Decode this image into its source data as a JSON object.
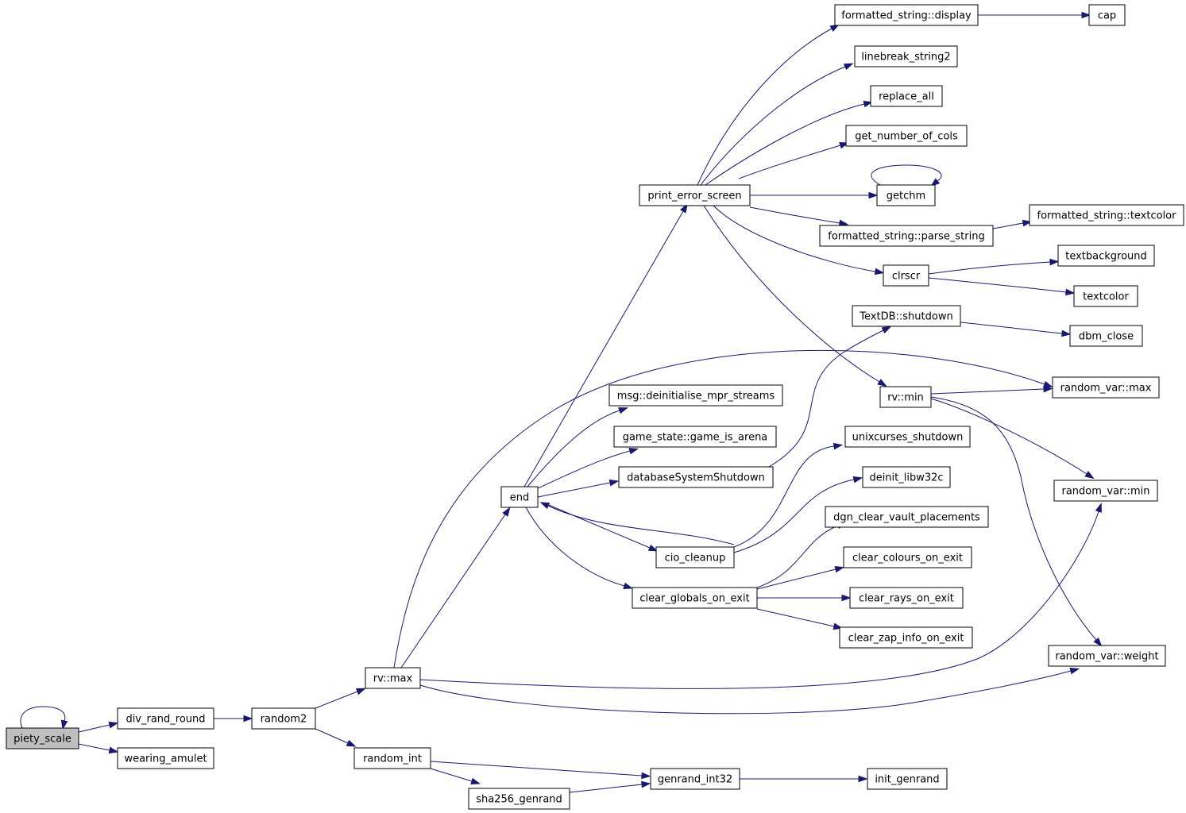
{
  "diagram": {
    "type": "call-graph",
    "nodes": [
      {
        "id": "piety_scale",
        "label": "piety_scale",
        "highlighted": true
      },
      {
        "id": "div_rand_round",
        "label": "div_rand_round"
      },
      {
        "id": "wearing_amulet",
        "label": "wearing_amulet"
      },
      {
        "id": "random2",
        "label": "random2"
      },
      {
        "id": "rv_max",
        "label": "rv::max"
      },
      {
        "id": "random_int",
        "label": "random_int"
      },
      {
        "id": "sha256_genrand",
        "label": "sha256_genrand"
      },
      {
        "id": "genrand_int32",
        "label": "genrand_int32"
      },
      {
        "id": "init_genrand",
        "label": "init_genrand"
      },
      {
        "id": "end",
        "label": "end"
      },
      {
        "id": "print_error_screen",
        "label": "print_error_screen"
      },
      {
        "id": "fs_display",
        "label": "formatted_string::display"
      },
      {
        "id": "cap",
        "label": "cap"
      },
      {
        "id": "linebreak_string2",
        "label": "linebreak_string2"
      },
      {
        "id": "replace_all",
        "label": "replace_all"
      },
      {
        "id": "get_number_of_cols",
        "label": "get_number_of_cols"
      },
      {
        "id": "getchm",
        "label": "getchm"
      },
      {
        "id": "fs_parse_string",
        "label": "formatted_string::parse_string"
      },
      {
        "id": "fs_textcolor",
        "label": "formatted_string::textcolor"
      },
      {
        "id": "clrscr",
        "label": "clrscr"
      },
      {
        "id": "textbackground",
        "label": "textbackground"
      },
      {
        "id": "textcolor",
        "label": "textcolor"
      },
      {
        "id": "textdb_shutdown",
        "label": "TextDB::shutdown"
      },
      {
        "id": "dbm_close",
        "label": "dbm_close"
      },
      {
        "id": "random_var_max",
        "label": "random_var::max"
      },
      {
        "id": "rv_min",
        "label": "rv::min"
      },
      {
        "id": "msg_deinit",
        "label": "msg::deinitialise_mpr_streams"
      },
      {
        "id": "gs_is_arena",
        "label": "game_state::game_is_arena"
      },
      {
        "id": "db_shutdown",
        "label": "databaseSystemShutdown"
      },
      {
        "id": "unixcurses_shutdown",
        "label": "unixcurses_shutdown"
      },
      {
        "id": "deinit_libw32c",
        "label": "deinit_libw32c"
      },
      {
        "id": "random_var_min",
        "label": "random_var::min"
      },
      {
        "id": "dgn_clear_vault",
        "label": "dgn_clear_vault_placements"
      },
      {
        "id": "cio_cleanup",
        "label": "cio_cleanup"
      },
      {
        "id": "clear_colours",
        "label": "clear_colours_on_exit"
      },
      {
        "id": "clear_globals",
        "label": "clear_globals_on_exit"
      },
      {
        "id": "clear_rays",
        "label": "clear_rays_on_exit"
      },
      {
        "id": "clear_zap_info",
        "label": "clear_zap_info_on_exit"
      },
      {
        "id": "random_var_weight",
        "label": "random_var::weight"
      }
    ],
    "edges": [
      [
        "piety_scale",
        "piety_scale"
      ],
      [
        "piety_scale",
        "div_rand_round"
      ],
      [
        "piety_scale",
        "wearing_amulet"
      ],
      [
        "div_rand_round",
        "random2"
      ],
      [
        "random2",
        "rv_max"
      ],
      [
        "random2",
        "random_int"
      ],
      [
        "rv_max",
        "end"
      ],
      [
        "rv_max",
        "random_var_max"
      ],
      [
        "rv_max",
        "random_var_min"
      ],
      [
        "rv_max",
        "random_var_weight"
      ],
      [
        "random_int",
        "genrand_int32"
      ],
      [
        "random_int",
        "sha256_genrand"
      ],
      [
        "sha256_genrand",
        "genrand_int32"
      ],
      [
        "genrand_int32",
        "init_genrand"
      ],
      [
        "end",
        "print_error_screen"
      ],
      [
        "end",
        "msg_deinit"
      ],
      [
        "end",
        "gs_is_arena"
      ],
      [
        "end",
        "db_shutdown"
      ],
      [
        "end",
        "cio_cleanup"
      ],
      [
        "end",
        "clear_globals"
      ],
      [
        "print_error_screen",
        "fs_display"
      ],
      [
        "print_error_screen",
        "linebreak_string2"
      ],
      [
        "print_error_screen",
        "replace_all"
      ],
      [
        "print_error_screen",
        "get_number_of_cols"
      ],
      [
        "print_error_screen",
        "getchm"
      ],
      [
        "print_error_screen",
        "fs_parse_string"
      ],
      [
        "print_error_screen",
        "clrscr"
      ],
      [
        "print_error_screen",
        "rv_min"
      ],
      [
        "fs_display",
        "cap"
      ],
      [
        "getchm",
        "getchm"
      ],
      [
        "fs_parse_string",
        "fs_textcolor"
      ],
      [
        "clrscr",
        "textbackground"
      ],
      [
        "clrscr",
        "textcolor"
      ],
      [
        "textdb_shutdown",
        "dbm_close"
      ],
      [
        "db_shutdown",
        "textdb_shutdown"
      ],
      [
        "rv_min",
        "random_var_max"
      ],
      [
        "rv_min",
        "random_var_min"
      ],
      [
        "rv_min",
        "random_var_weight"
      ],
      [
        "cio_cleanup",
        "end"
      ],
      [
        "cio_cleanup",
        "unixcurses_shutdown"
      ],
      [
        "cio_cleanup",
        "deinit_libw32c"
      ],
      [
        "clear_globals",
        "dgn_clear_vault"
      ],
      [
        "clear_globals",
        "clear_colours"
      ],
      [
        "clear_globals",
        "clear_rays"
      ],
      [
        "clear_globals",
        "clear_zap_info"
      ]
    ]
  },
  "colors": {
    "edge": "#191970",
    "node_border": "#000000",
    "node_fill": "#ffffff",
    "highlight_fill": "#bfbfbf"
  }
}
